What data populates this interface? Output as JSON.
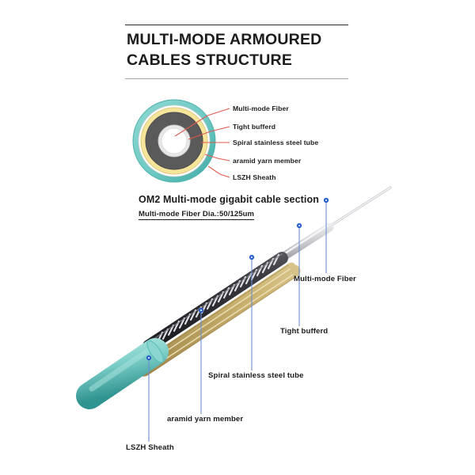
{
  "title": {
    "line1": "MULTI-MODE ARMOURED",
    "line2": "CABLES STRUCTURE"
  },
  "section": {
    "subtitle": "OM2 Multi-mode gigabit cable section",
    "spec": "Multi-mode Fiber Dia.:50/125um"
  },
  "cross_section": {
    "labels": [
      {
        "id": "multi-mode-fiber",
        "text": "Multi-mode Fiber"
      },
      {
        "id": "tight-bufferd",
        "text": "Tight bufferd"
      },
      {
        "id": "spiral-stainless-steel",
        "text": "Spiral stainless steel tube"
      },
      {
        "id": "aramid-yarn-member",
        "text": "aramid yarn member"
      },
      {
        "id": "lszh-sheath",
        "text": "LSZH Sheath"
      }
    ],
    "layers": [
      {
        "name": "lszh-sheath",
        "color": "#6ec9c4"
      },
      {
        "name": "aramid-yarn-member",
        "color": "#f5e49a"
      },
      {
        "name": "spiral-steel-tube",
        "color": "#5a5a5a"
      },
      {
        "name": "tight-buffer",
        "color": "#e4e4e4"
      },
      {
        "name": "multi-mode-fiber-core",
        "color": "#ffffff"
      }
    ]
  },
  "cable_callouts": [
    {
      "id": "multi-mode-fiber",
      "text": "Multi-mode Fiber"
    },
    {
      "id": "tight-bufferd",
      "text": "Tight bufferd"
    },
    {
      "id": "spiral-stainless-steel",
      "text": "Spiral stainless steel tube"
    },
    {
      "id": "aramid-yarn-member",
      "text": "aramid yarn member"
    },
    {
      "id": "lszh-sheath",
      "text": "LSZH Sheath"
    }
  ],
  "colors": {
    "sheath_teal": "#6ec9c4",
    "aramid_yellow": "#f5e49a",
    "steel_gray": "#5a5a5a",
    "buffer_gray": "#e4e4e4",
    "leader_red": "#e05a4f",
    "callout_blue": "#2b5fc9",
    "yarn_gold": "#c9b06a"
  }
}
